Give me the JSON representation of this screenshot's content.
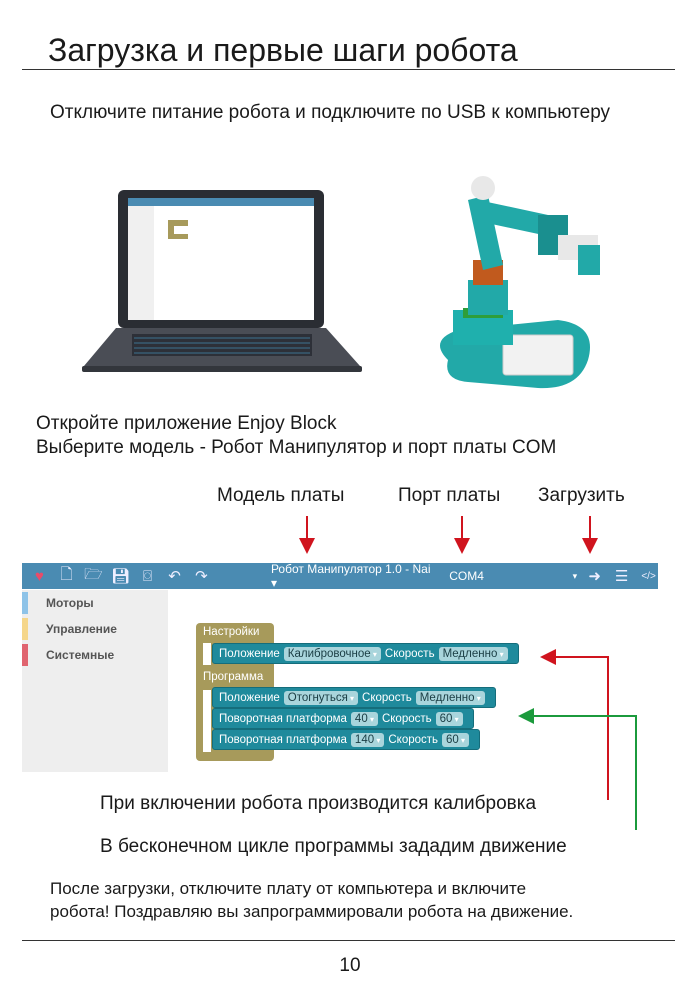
{
  "title": "Загрузка и первые шаги робота",
  "step1": "Отключите питание робота и подключите по USB к компьютеру",
  "step2_line1": "Откройте приложение Enjoy Block",
  "step2_line2": "Выберите модель - Робот Манипулятор и порт платы COM",
  "labels": {
    "model": "Модель платы",
    "port": "Порт платы",
    "upload": "Загрузить"
  },
  "toolbar": {
    "model_select": "Робот Манипулятор 1.0 - Nai",
    "port_select": "COM4"
  },
  "sidebar": [
    {
      "label": "Моторы",
      "color": "#8ec3e8"
    },
    {
      "label": "Управление",
      "color": "#f5d68a"
    },
    {
      "label": "Системные",
      "color": "#e0646f"
    }
  ],
  "blocks": {
    "setup_label": "Настройки",
    "setup": {
      "label": "Положение",
      "value": "Калибровочное",
      "speed_label": "Скорость",
      "speed": "Медленно"
    },
    "program_label": "Программа",
    "program": [
      {
        "label": "Положение",
        "value": "Отогнуться",
        "speed_label": "Скорость",
        "speed": "Медленно"
      },
      {
        "label": "Поворотная платформа",
        "value": "40",
        "speed_label": "Скорость",
        "speed": "60"
      },
      {
        "label": "Поворотная платформа",
        "value": "140",
        "speed_label": "Скорость",
        "speed": "60"
      }
    ]
  },
  "note_calibration": "При включении робота производится калибровка",
  "note_loop": "В бесконечном цикле программы зададим движение",
  "footer_line1": "После загрузки, отключите плату от компьютера и включите",
  "footer_line2": "робота! Поздравляю вы запрограммировали робота на движение.",
  "page_number": "10",
  "colors": {
    "toolbar": "#4a8bb2",
    "block": "#1f8a9c",
    "control": "#a79a5b",
    "red_arrow": "#d0141e",
    "green_arrow": "#1b9a3c"
  }
}
